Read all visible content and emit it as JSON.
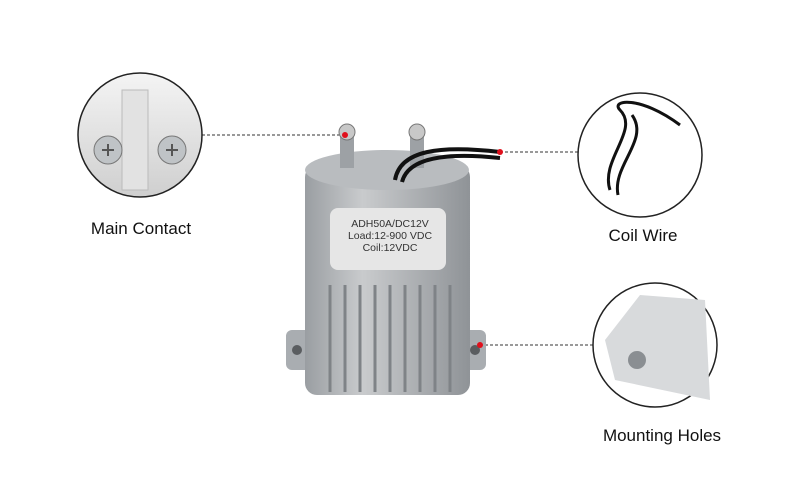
{
  "callouts": [
    {
      "label": "Main Contact"
    },
    {
      "label": "Coil Wire"
    },
    {
      "label": "Mounting Holes"
    }
  ],
  "product_label": {
    "line1": "ADH50A/DC12V",
    "line2": "Load:12-900  VDC",
    "line3": "Coil:12VDC"
  },
  "colors": {
    "marker": "#e0101c",
    "body": "#b4b7ba",
    "plate": "#e6e6e6"
  }
}
